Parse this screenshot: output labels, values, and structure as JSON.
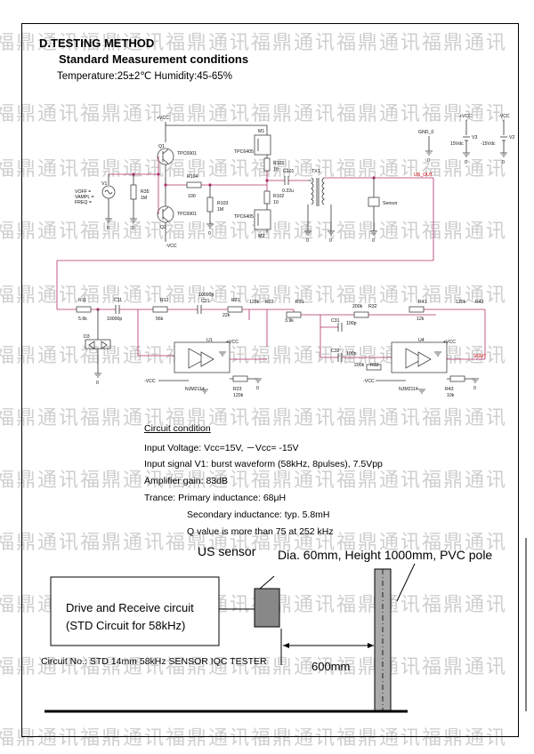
{
  "header": {
    "title": "D.TESTING METHOD",
    "subtitle": "Standard Measurement conditions",
    "conditions": "Temperature:25±2℃    Humidity:45-65%"
  },
  "watermark": {
    "text": "福鼎通讯福鼎通讯福鼎通讯福鼎通讯福鼎通讯福鼎通讯"
  },
  "schematic": {
    "labels": {
      "vcc": "+VCC",
      "nvcc": "-VCC",
      "q1": "Q1",
      "q2": "Q2",
      "q1_part": "TPC6901",
      "q2_part": "TPC6901",
      "m1": "M1",
      "m2": "M2",
      "m1_part": "TPC6405",
      "m2_part": "TPC6405",
      "r35": "R35",
      "r35_val": "1M",
      "r104": "R104",
      "r104_val": "100",
      "r103": "R103",
      "r103_val": "1M",
      "r101": "R101",
      "r101_val": "10",
      "r102": "R102",
      "r102_val": "10",
      "c101": "C101",
      "c101_val": "0.22u",
      "tx1": "TX1",
      "sensor": "Sensor",
      "us_out": "US_OUT",
      "gnd0": "GND_0",
      "v3": "V3",
      "v3_val": "15Vdc",
      "v2": "V2",
      "v2_val": "-15Vdc",
      "voff": "VOFF =",
      "vampl": "VAMPL =",
      "freq": "FREQ =",
      "v1": "V1",
      "zero": "0",
      "r11": "R11",
      "r11_val": "5.6k",
      "c11": "C11",
      "c11_val": "10000p",
      "r12": "R12",
      "r12_val": "56k",
      "c21": "C21",
      "c21_val": "10000p",
      "r21": "R21",
      "r21_val": "22k",
      "r22": "R22",
      "r22_val": "120k",
      "r31": "R31",
      "r31_val": "3.9k",
      "c31": "C31",
      "c31_val": "100p",
      "c32": "C32",
      "c32_val": "100p",
      "r32": "R32",
      "r32_val": "200k",
      "r33": "R33",
      "r33_val": "200k",
      "r41": "R41",
      "r41_val": "12k",
      "r42": "R42",
      "r42_val": "120k",
      "r23": "R23",
      "r23_val": "120k",
      "r43": "R43",
      "r43_val": "10k",
      "u1": "U1",
      "u4": "U4",
      "u1_part": "NJM2114",
      "u4_part": "NJM2114",
      "d3": "D3",
      "vout": "VOUT"
    }
  },
  "circuit_condition": {
    "heading": "Circuit condition",
    "input_voltage": "Input Voltage: Vcc=15V, －Vcc= -15V",
    "input_signal": "Input signal V1: burst waveform (58kHz, 8pulses), 7.5Vpp",
    "amplifier_gain": "Amplifier gain: 83dB",
    "trance_primary": "Trance:  Primary inductance: 68μH",
    "trance_secondary": "Secondary inductance: typ. 5.8mH",
    "q_value": "Q value is more than 75 at 252 kHz"
  },
  "setup": {
    "us_sensor": "US sensor",
    "pole": "Dia. 60mm, Height 1000mm, PVC pole",
    "drive_line1": "Drive and Receive circuit",
    "drive_line2": "(STD Circuit for 58kHz)",
    "circuit_no": "Circuit No.: STD 14mm 58kHz SENSOR IQC TESTER",
    "distance": "600mm"
  }
}
